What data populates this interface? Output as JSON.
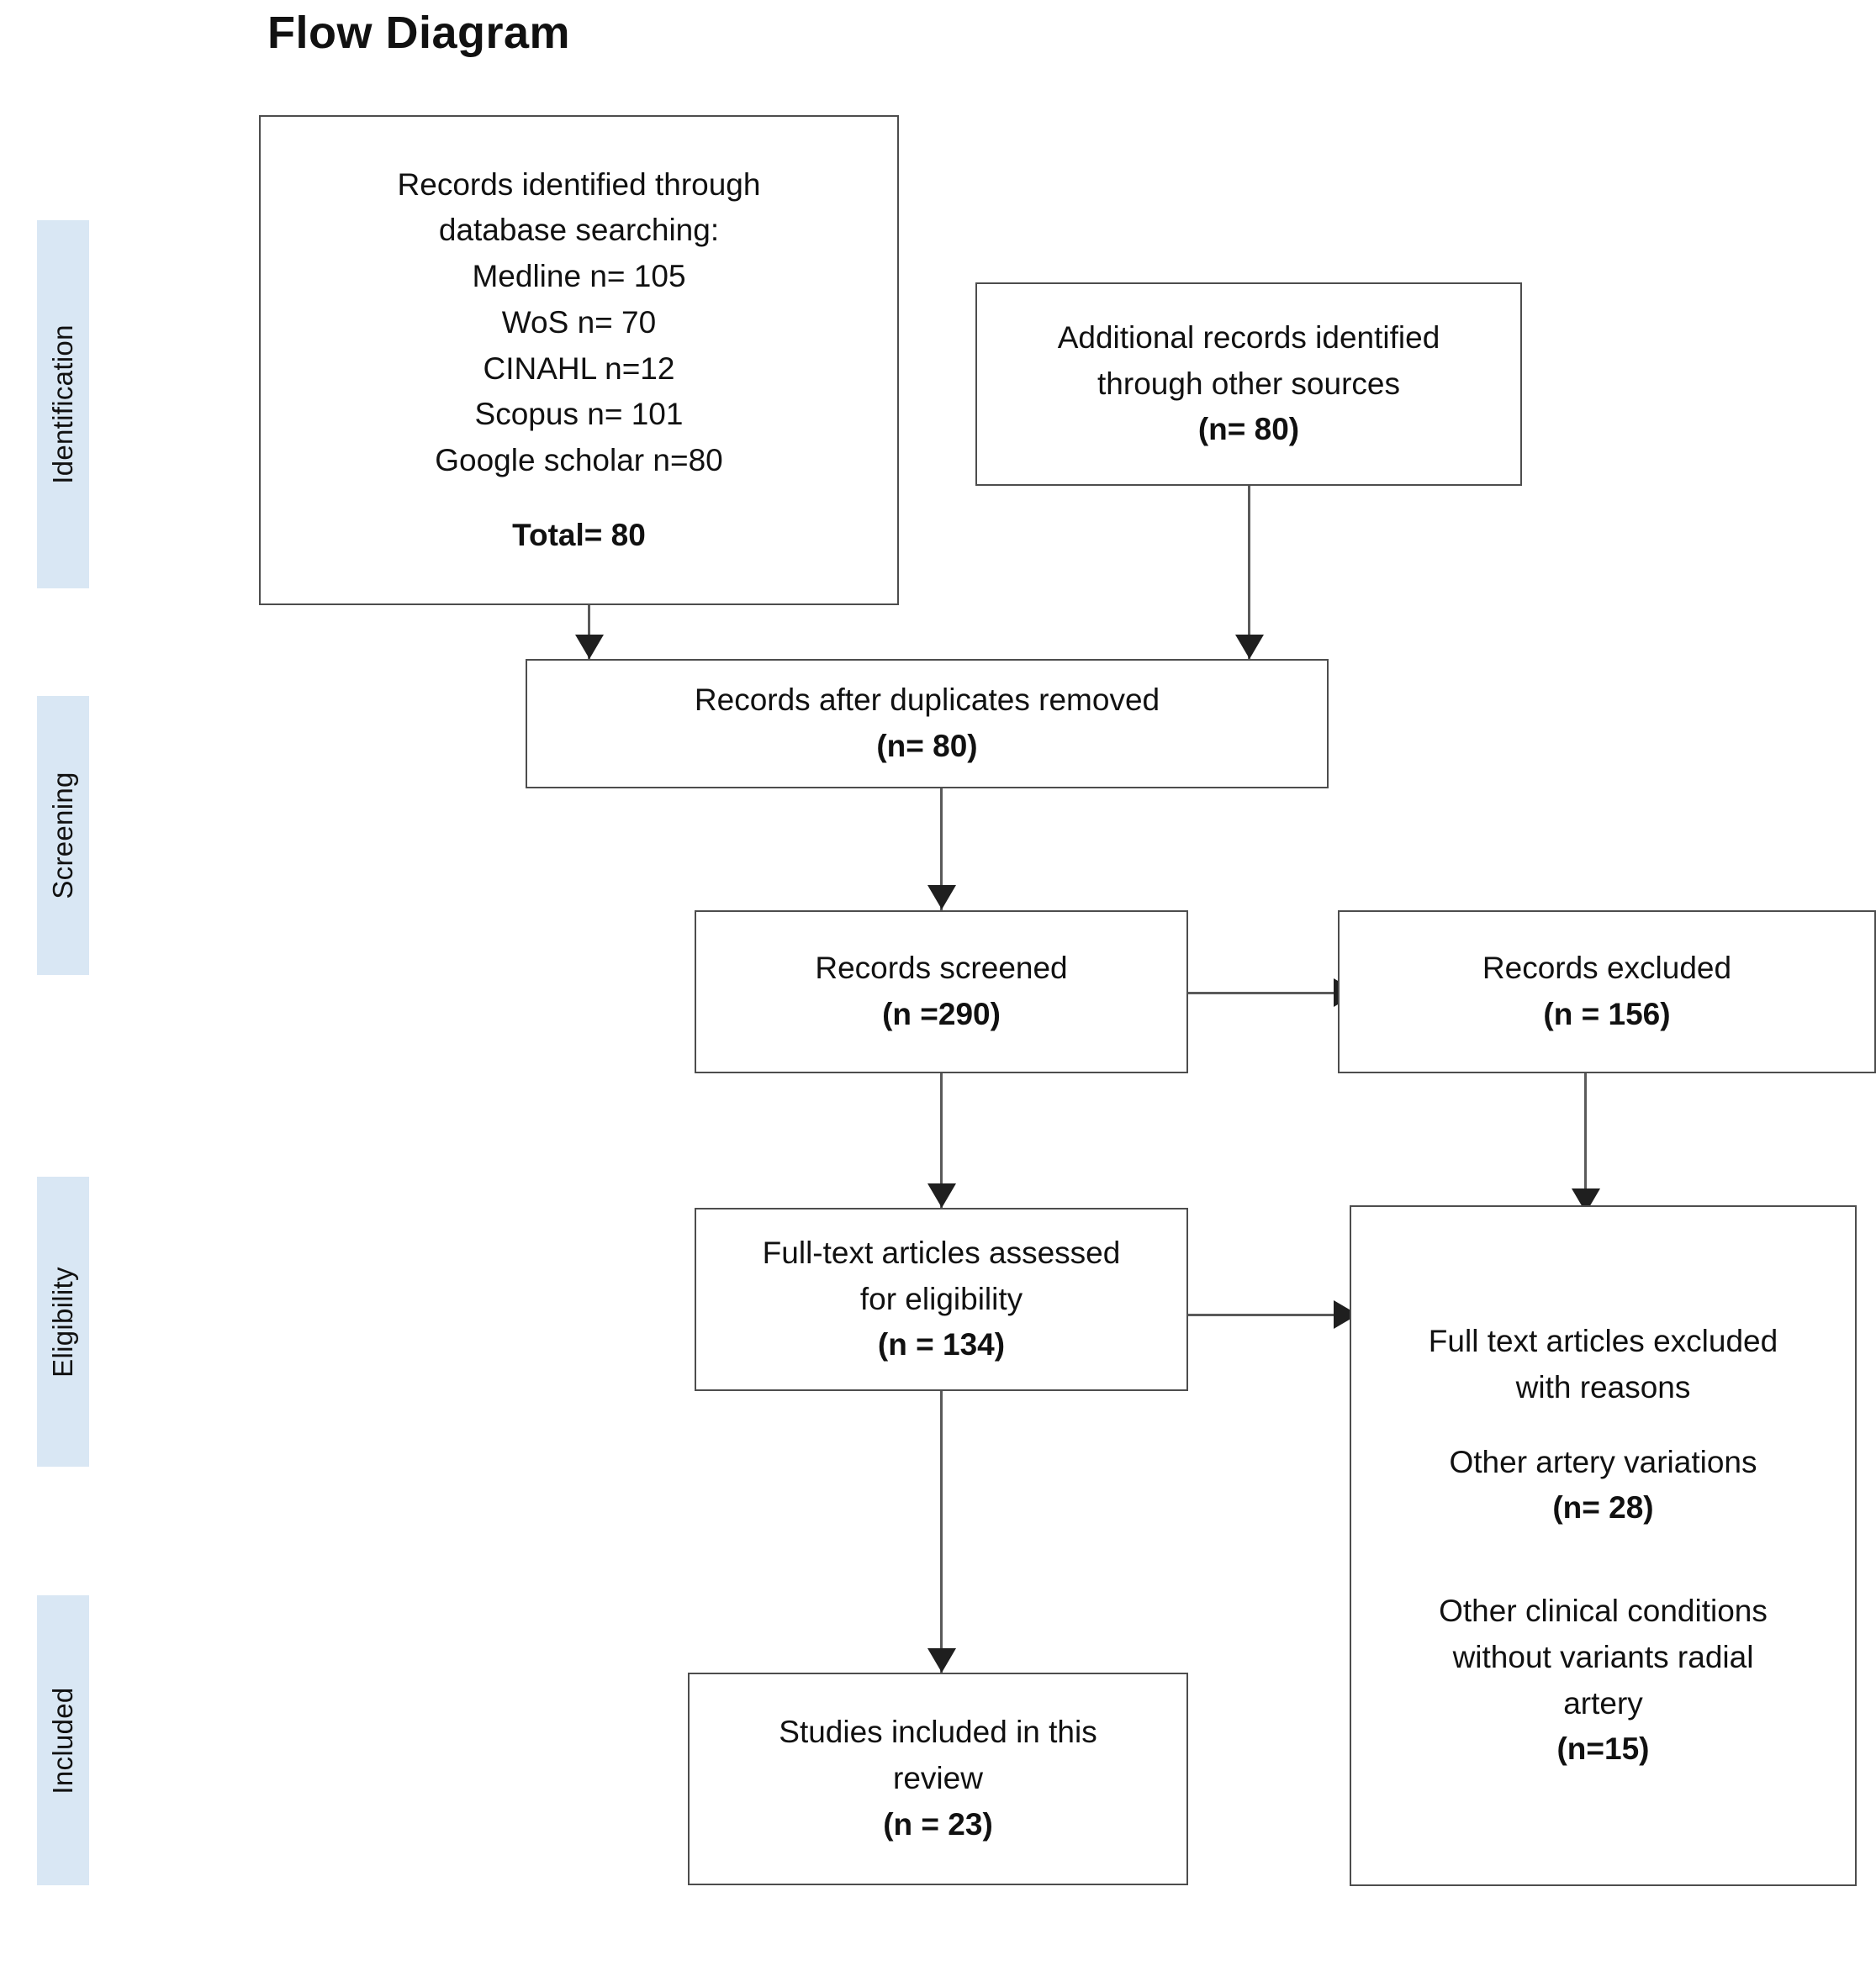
{
  "title": "Flow Diagram",
  "colors": {
    "stage_band": "#d9e7f4",
    "box_border": "#4d4d4d",
    "connector": "#5a5a5a",
    "arrowhead": "#1f1f1f",
    "text": "#111111",
    "background": "#ffffff"
  },
  "stages": [
    {
      "label": "Identification"
    },
    {
      "label": "Screening"
    },
    {
      "label": "Eligibility"
    },
    {
      "label": "Included"
    }
  ],
  "boxes": {
    "identified_database": {
      "lines": [
        {
          "text": "Records identified through",
          "bold": false
        },
        {
          "text": "database searching:",
          "bold": false
        },
        {
          "text": "Medline n= 105",
          "bold": false
        },
        {
          "text": "WoS n= 70",
          "bold": false
        },
        {
          "text": "CINAHL n=12",
          "bold": false
        },
        {
          "text": "Scopus n= 101",
          "bold": false
        },
        {
          "text": "Google scholar n=80",
          "bold": false
        },
        {
          "text": "",
          "bold": false
        },
        {
          "text": "Total= 80",
          "bold": true
        }
      ]
    },
    "additional_records": {
      "lines": [
        {
          "text": "Additional records identified",
          "bold": false
        },
        {
          "text": "through other sources",
          "bold": false
        },
        {
          "text": "(n= 80)",
          "bold": true
        }
      ]
    },
    "duplicates_removed": {
      "lines": [
        {
          "text": "Records after duplicates removed",
          "bold": false
        },
        {
          "text": "(n= 80)",
          "bold": true
        }
      ]
    },
    "records_screened": {
      "lines": [
        {
          "text": "Records screened",
          "bold": false
        },
        {
          "text": "(n =290)",
          "bold": true
        }
      ]
    },
    "records_excluded": {
      "lines": [
        {
          "text": "Records excluded",
          "bold": false
        },
        {
          "text": "(n = 156)",
          "bold": true
        }
      ]
    },
    "fulltext_assessed": {
      "lines": [
        {
          "text": "Full-text articles assessed",
          "bold": false
        },
        {
          "text": "for eligibility",
          "bold": false
        },
        {
          "text": "(n = 134)",
          "bold": true
        }
      ]
    },
    "fulltext_excluded": {
      "lines": [
        {
          "text": "Full text articles excluded",
          "bold": false
        },
        {
          "text": "with reasons",
          "bold": false
        },
        {
          "text": "",
          "bold": false
        },
        {
          "text": "Other artery variations",
          "bold": false
        },
        {
          "text": "(n= 28)",
          "bold": true
        },
        {
          "text": "",
          "bold": false
        },
        {
          "text": "",
          "bold": false
        },
        {
          "text": "Other clinical conditions",
          "bold": false
        },
        {
          "text": "without variants radial",
          "bold": false
        },
        {
          "text": "artery",
          "bold": false
        },
        {
          "text": "(n=15)",
          "bold": true
        }
      ]
    },
    "studies_included": {
      "lines": [
        {
          "text": "Studies included in this",
          "bold": false
        },
        {
          "text": "review",
          "bold": false
        },
        {
          "text": "(n = 23)",
          "bold": true
        }
      ]
    }
  }
}
